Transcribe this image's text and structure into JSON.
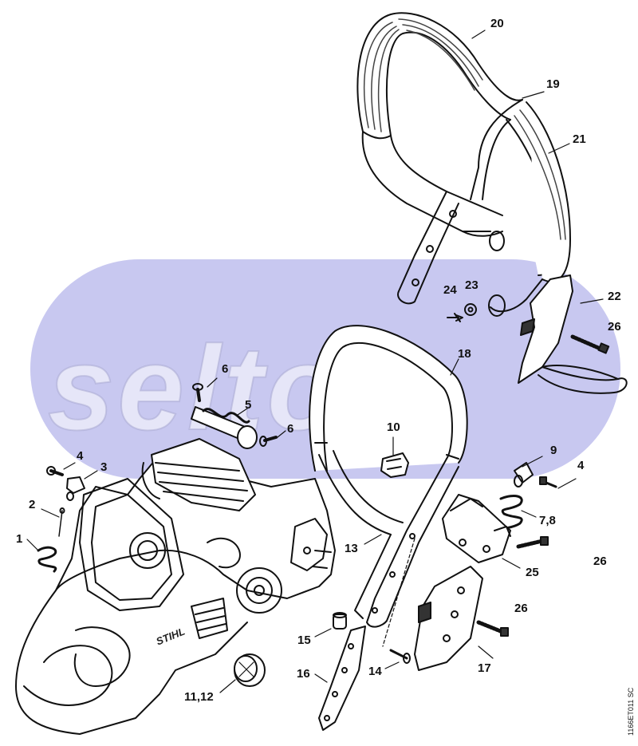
{
  "diagram": {
    "watermark": "seltop",
    "brand_mark": "STIHL",
    "drawing_code": "1166ET011 SC",
    "callouts": [
      "20",
      "19",
      "21",
      "24",
      "23",
      "22",
      "26",
      "18",
      "6",
      "5",
      "6",
      "10",
      "9",
      "4",
      "4",
      "3",
      "2",
      "1",
      "7,8",
      "26",
      "13",
      "25",
      "26",
      "15",
      "14",
      "17",
      "16",
      "11,12"
    ],
    "colors": {
      "line": "#111111",
      "watermark_band": "#c8c8f0",
      "grip": "#333333"
    }
  }
}
